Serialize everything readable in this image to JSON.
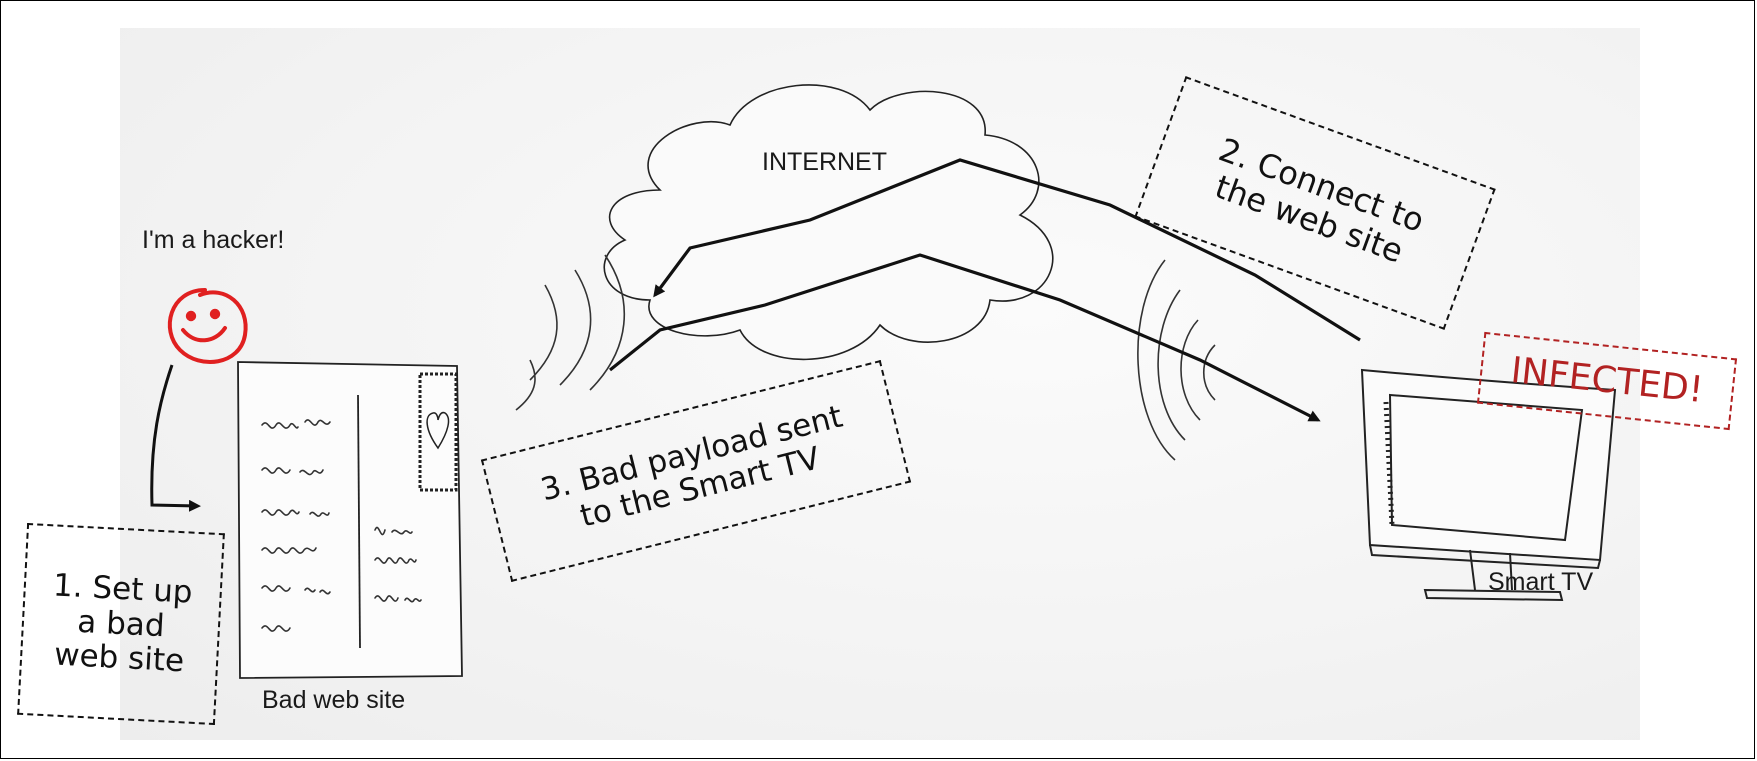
{
  "labels": {
    "hacker": "I'm a hacker!",
    "bad_site": "Bad web site",
    "internet": "INTERNET",
    "smart_tv": "Smart TV",
    "infected": "INFECTED!"
  },
  "steps": {
    "step1": [
      "1. Set up",
      "a bad",
      "web site"
    ],
    "step2": [
      "2. Connect to",
      "the web site"
    ],
    "step3": [
      "3. Bad payload sent",
      "to the Smart TV"
    ]
  },
  "colors": {
    "line": "#111111",
    "hacker_face": "#e02020",
    "infected": "#b22222"
  }
}
